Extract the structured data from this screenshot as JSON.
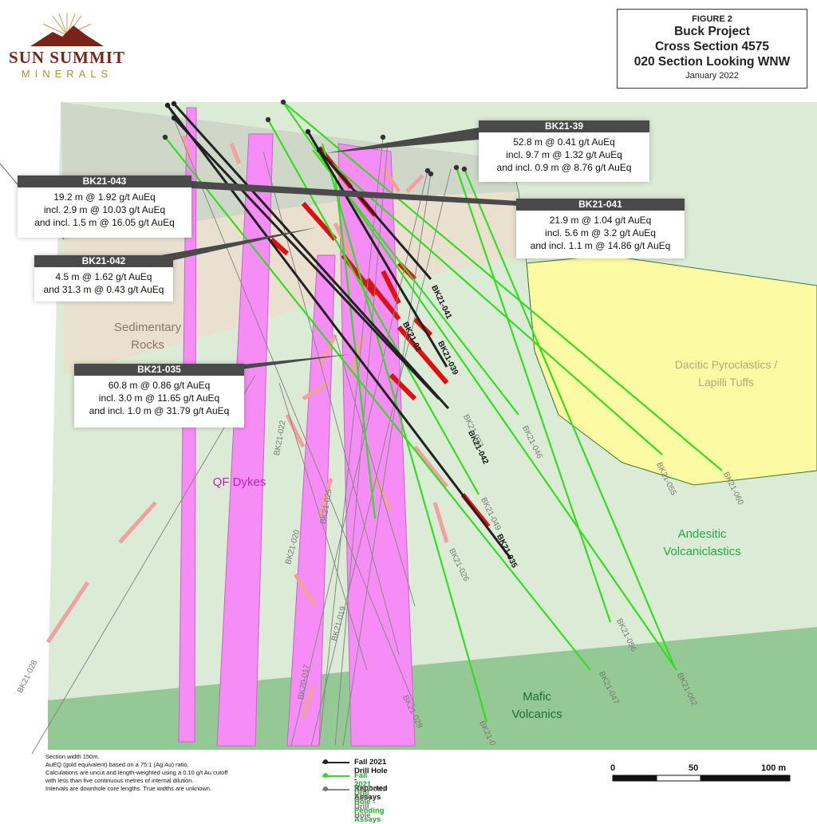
{
  "logo": {
    "name": "SUN SUMMIT",
    "sub": "MINERALS"
  },
  "figure": {
    "label": "FIGURE 2",
    "title1": "Buck Project",
    "title2": "Cross Section 4575",
    "title3": "020 Section Looking WNW",
    "date": "January 2022"
  },
  "colors": {
    "green_domain": "#dcebd6",
    "sediment": "#e9e0cf",
    "dacitic": "#fcfaa2",
    "mafic": "#94c894",
    "dyke": "#f68cf6",
    "dyke_edge": "#c766c7",
    "assay_red": "#dd1111",
    "assay_pink": "#f3a0a0",
    "reported": "#222222",
    "pending": "#33dd22",
    "previous": "#888888"
  },
  "units": {
    "sedimentary": [
      "Sedimentary",
      "Rocks"
    ],
    "dacitic": [
      "Dacitic Pyroclastics /",
      "Lapilli Tuffs"
    ],
    "qf": "QF Dykes",
    "andesitic": [
      "Andesitic",
      "Volcaniclastics"
    ],
    "mafic": [
      "Mafic",
      "Volcanics"
    ]
  },
  "callouts": {
    "bk39": {
      "title": "BK21-39",
      "lines": [
        "52.8 m @ 0.41 g/t AuEq",
        "incl. 9.7 m @ 1.32 g/t AuEq",
        "and incl. 0.9 m @ 8.76 g/t AuEq"
      ]
    },
    "bk043": {
      "title": "BK21-043",
      "lines": [
        "19.2 m @ 1.92 g/t AuEq",
        "incl. 2.9 m @ 10.03 g/t AuEq",
        "and incl. 1.5 m @ 16.05 g/t AuEq"
      ]
    },
    "bk041": {
      "title": "BK21-041",
      "lines": [
        "21.9 m @ 1.04 g/t AuEq",
        "incl. 5.6 m @ 3.2 g/t AuEq",
        "and incl. 1.1 m @ 14.86 g/t AuEq"
      ]
    },
    "bk042": {
      "title": "BK21-042",
      "lines": [
        "4.5 m @ 1.62 g/t AuEq",
        "and 31.3 m @ 0.43 g/t AuEq"
      ]
    },
    "bk035": {
      "title": "BK21-035",
      "lines": [
        "60.8 m @ 0.86 g/t AuEq",
        "incl. 3.0 m @ 11.65 g/t AuEq",
        "and incl. 1.0 m @ 31.79 g/t AuEq"
      ]
    }
  },
  "hole_labels": {
    "bk041": "BK21-041",
    "bk043": "BK21-043",
    "bk039": "BK21-039",
    "bk042": "BK21-042",
    "bk035": "BK21-035",
    "bk037": "BK21-037",
    "bk046": "BK21-046",
    "bk055": "BK21-055",
    "bk060": "BK21-060",
    "bk049": "BK21-049",
    "bk026": "BK21-026",
    "bk056": "BK21-056",
    "bk047": "BK21-047",
    "bk062": "BK21-062",
    "bk019": "BK21-019",
    "bk029": "BK21-029",
    "bk020": "BK21-020",
    "bk025": "BK21-025",
    "bk022": "BK21-022",
    "bk017": "BK20-017",
    "bk028": "BK21-028",
    "bk0x": "BK21-0",
    "bk02": "BK21-02"
  },
  "notes": [
    "Section width 150m.",
    "AuEQ (gold equivalent) based on a 75:1 (Ag:Au) ratio.",
    "Calculations are uncut and length-weighted using a 0.10 g/t Au cutoff",
    "with less than five continuous metres of internal dilution.",
    "Intervals are downhole core lengths. True widths are unknown."
  ],
  "legend": {
    "reported": "Fall 2021 Drill Hole - Reported Assays",
    "pending": "Fall 2021 Drill Hole - Pending Assays",
    "previous": "Previous SMN Drill Hole"
  },
  "scale": {
    "ticks": [
      "0",
      "50",
      "100 m"
    ]
  }
}
